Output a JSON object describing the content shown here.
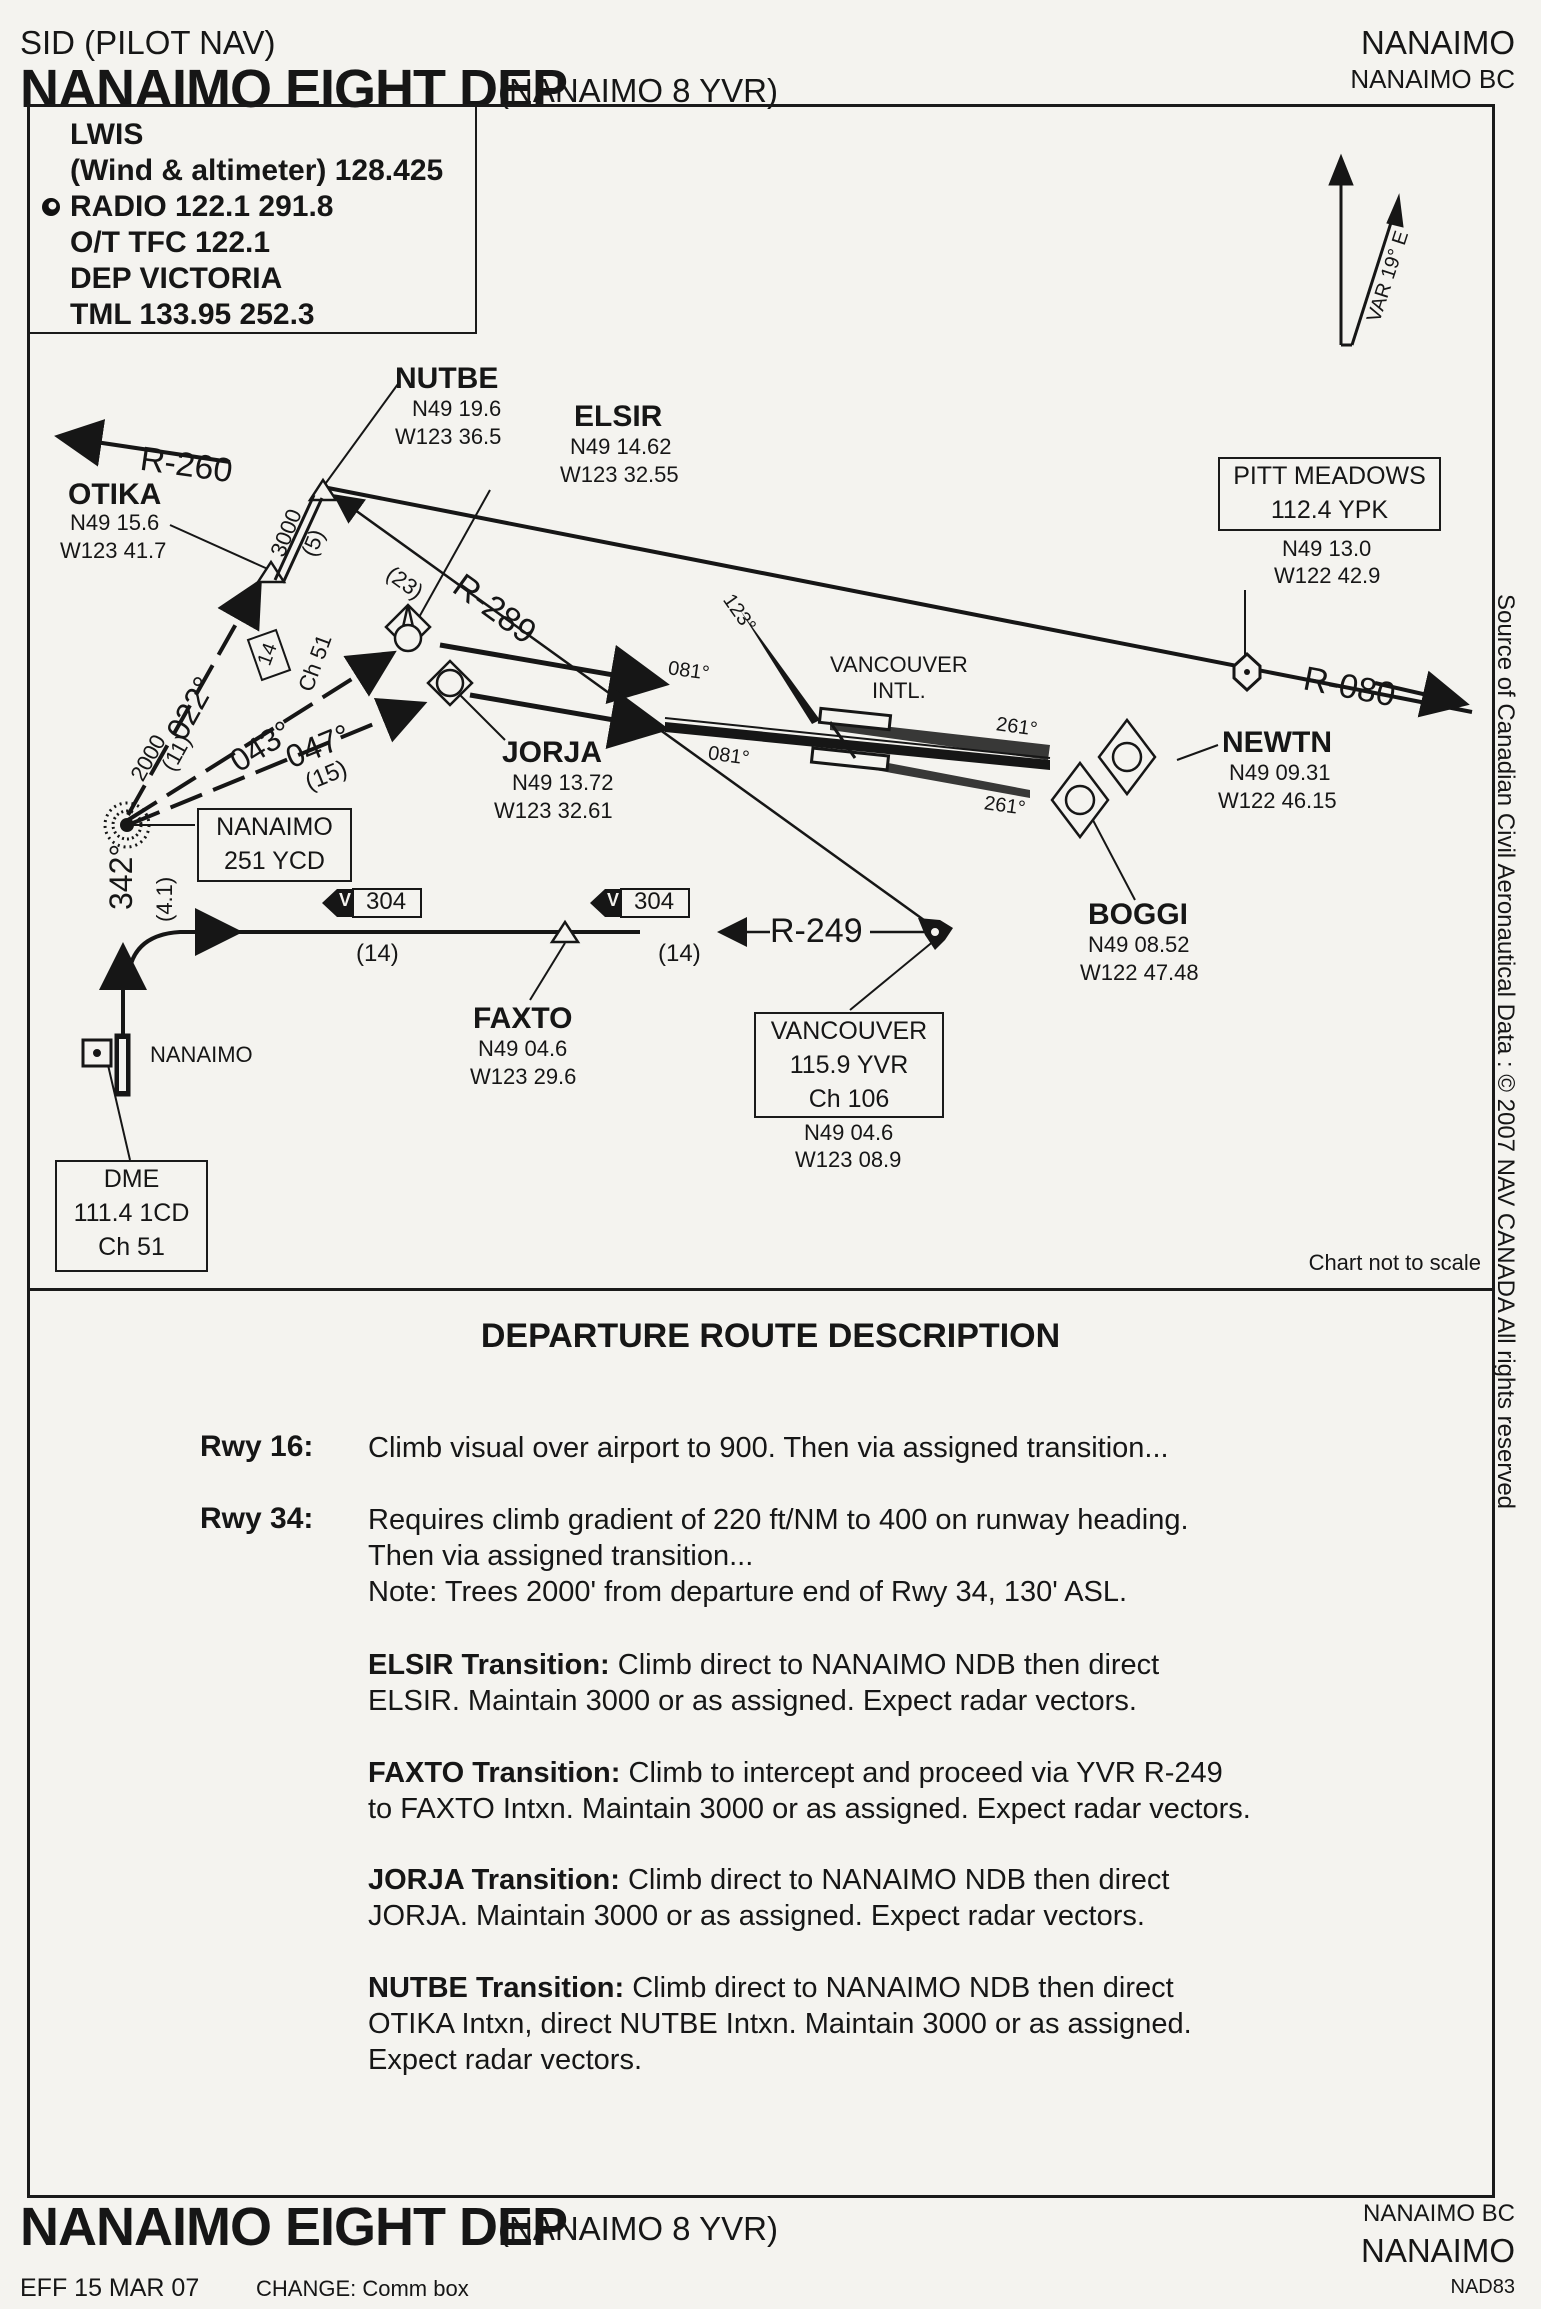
{
  "header": {
    "type": "SID (PILOT NAV)",
    "title": "NANAIMO EIGHT DEP",
    "subtitle": "(NANAIMO 8 YVR)",
    "location": "NANAIMO",
    "location_sub": "NANAIMO  BC"
  },
  "comm_box": {
    "lines": [
      "LWIS",
      "(Wind & altimeter) 128.425",
      "RADIO  122.1  291.8",
      "O/T TFC  122.1",
      "DEP VICTORIA",
      "TML  133.95  252.3"
    ]
  },
  "north_arrow": {
    "variation": "VAR 19° E"
  },
  "fixes": {
    "nutbe": {
      "name": "NUTBE",
      "lat": "N49 19.6",
      "lon": "W123 36.5"
    },
    "elsir": {
      "name": "ELSIR",
      "lat": "N49 14.62",
      "lon": "W123 32.55"
    },
    "otika": {
      "name": "OTIKA",
      "lat": "N49 15.6",
      "lon": "W123 41.7"
    },
    "jorja": {
      "name": "JORJA",
      "lat": "N49 13.72",
      "lon": "W123 32.61"
    },
    "newtn": {
      "name": "NEWTN",
      "lat": "N49 09.31",
      "lon": "W122 46.15"
    },
    "boggi": {
      "name": "BOGGI",
      "lat": "N49 08.52",
      "lon": "W122 47.48"
    },
    "faxto": {
      "name": "FAXTO",
      "lat": "N49 04.6",
      "lon": "W123 29.6"
    }
  },
  "navaids": {
    "pitt_meadows": {
      "line1": "PITT MEADOWS",
      "line2": "112.4 YPK",
      "lat": "N49 13.0",
      "lon": "W122 42.9"
    },
    "nanaimo_ndb": {
      "line1": "NANAIMO",
      "line2": "251 YCD"
    },
    "vancouver_vor": {
      "line1": "VANCOUVER",
      "line2": "115.9 YVR",
      "line3": "Ch 106",
      "lat": "N49 04.6",
      "lon": "W123 08.9"
    },
    "dme": {
      "line1": "DME",
      "line2": "111.4  1CD",
      "line3": "Ch 51"
    }
  },
  "airports": {
    "vancouver_intl": {
      "line1": "VANCOUVER",
      "line2": "INTL."
    },
    "nanaimo": {
      "name": "NANAIMO"
    }
  },
  "map_labels": {
    "r260": "R-260",
    "r080": "R-080",
    "r289": "R-289",
    "r249": "R-249",
    "alt3000": "3000",
    "dist5": "(5)",
    "dist23": "(23)",
    "dist14_box": "14",
    "ch51": "Ch 51",
    "hdg022": "022°",
    "dist11": "(11)",
    "alt2000": "2000",
    "hdg043": "043°",
    "hdg047": "047°",
    "dist15": "(15)",
    "hdg342": "342°",
    "dist4_1": "(4.1)",
    "rwy123": "123°",
    "rwy081a": "081°",
    "rwy081b": "081°",
    "rwy261a": "261°",
    "rwy261b": "261°",
    "v304_a": "304",
    "v304_b": "304",
    "v_letter": "V",
    "leg14_a": "(14)",
    "leg14_b": "(14)",
    "not_to_scale": "Chart not to scale"
  },
  "description": {
    "title": "DEPARTURE ROUTE DESCRIPTION",
    "rwy16_label": "Rwy 16:",
    "rwy16_text": "Climb visual over airport to 900.  Then via assigned transition...",
    "rwy34_label": "Rwy 34:",
    "rwy34_text": "Requires climb gradient of 220 ft/NM to 400 on runway heading.\nThen via assigned transition...\nNote:  Trees 2000' from departure end of Rwy 34, 130' ASL.",
    "elsir_head": "ELSIR Transition:",
    "elsir_text": " Climb direct to NANAIMO NDB then direct\nELSIR.  Maintain 3000 or as assigned.  Expect radar vectors.",
    "faxto_head": "FAXTO Transition:",
    "faxto_text": " Climb to intercept and proceed via YVR R-249\nto FAXTO Intxn. Maintain 3000 or as assigned.  Expect radar vectors.",
    "jorja_head": "JORJA Transition:",
    "jorja_text": " Climb direct to NANAIMO NDB then direct\nJORJA.  Maintain 3000 or as assigned.  Expect radar vectors.",
    "nutbe_head": "NUTBE Transition:",
    "nutbe_text": " Climb direct to NANAIMO NDB then direct\nOTIKA Intxn, direct NUTBE Intxn.  Maintain 3000 or as assigned.\nExpect radar vectors."
  },
  "side_note": "Source of Canadian Civil Aeronautical Data : © 2007 NAV CANADA All rights reserved",
  "footer": {
    "title": "NANAIMO EIGHT DEP",
    "subtitle": "(NANAIMO 8 YVR)",
    "location_sub": "NANAIMO BC",
    "location": "NANAIMO",
    "datum": "NAD83",
    "effective": "EFF 15 MAR 07",
    "change": "CHANGE: Comm box"
  }
}
